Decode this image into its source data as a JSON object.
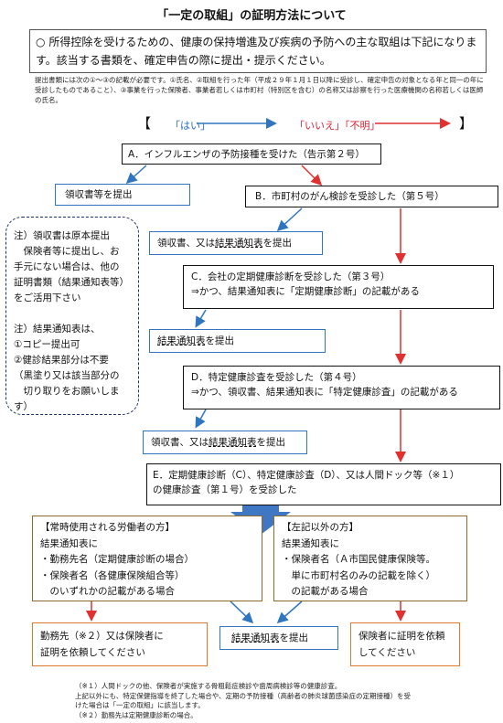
{
  "title": "「一定の取組」の証明方法について",
  "intro": {
    "bullet": "○",
    "text": "所得控除を受けるための、健康の保持増進及び疾病の予防への主な取組は下記になります。該当する書類を、確定申告の際に提出・提示ください。"
  },
  "requirements": "提出書類には次の①〜③の記載が必要です。①氏名、②取組を行った年（平成２９年１月１日以降に受診し、確定申告の対象となる年と同一の年に受診したものであること）、③事業を行った保険者、事業者若しくは市町村（特別区を含む）の名称又は診察を行った医療機関の名称若しくは医師の氏名。",
  "legend": {
    "open": "【",
    "yes": "「はい」",
    "no": "「いいえ」「不明」",
    "close": "】"
  },
  "flow": {
    "A": "A．インフルエンザの予防接種を受けた（告示第２号）",
    "A_yes": "領収書等を提出",
    "B": "B．市町村のがん検診を受診した（第５号）",
    "B_yes_pre": "領収書、又は",
    "B_yes_ul": "結果通知表",
    "B_yes_post": "を提出",
    "C_line1": "C．会社の定期健康診断を受診した（第３号）",
    "C_line2": "⇒かつ、結果通知表に「定期健康診断」の記載がある",
    "C_yes_ul": "結果通知表",
    "C_yes_post": "を提出",
    "D_line1": "D．特定健康診査を受診した（第４号）",
    "D_line2": "⇒かつ、領収書、結果通知表に「特定健康診査」の記載がある",
    "D_yes_pre": "領収書、又は",
    "D_yes_ul": "結果通知表",
    "D_yes_post": "を提出",
    "E_line1": "E．定期健康診断（C）、特定健康診査（D）、又は人間ドック等（※１）",
    "E_line2": "の健康診査（第１号）を受診した"
  },
  "note": [
    "注）領収書は原本提出",
    "　保険者等に提出し、お",
    "手元にない場合は、他の",
    "証明書類（結果通知表等）",
    "をご活用下さい",
    "",
    "注）結果通知表は、",
    "①コピー提出可",
    "②健診結果部分は不要",
    "（黒塗り又は該当部分の",
    "　切り取りをお願いしま",
    "す）"
  ],
  "left_case": {
    "head": "【常時使用される労働者の方】",
    "l1": "結果通知表に",
    "l2": "・勤務先名（定期健康診断の場合）",
    "l3": "・保険者名（各健康保険組合等）",
    "l4": "　のいずれかの記載がある場合"
  },
  "right_case": {
    "head": "【左記以外の方】",
    "l1": "結果通知表に",
    "l2": "・保険者名（Ａ市国民健康保険等。",
    "l3": "　単に市町村名のみの記載を除く）",
    "l4": "　の記載がある場合"
  },
  "results": {
    "left_l1": "勤務先（※２）又は保険者に",
    "left_l2": "証明を依頼してください",
    "mid_ul": "結果通知表",
    "mid_post": "を提出",
    "right_l1": "保険者に証明を依頼",
    "right_l2": "してください"
  },
  "footnotes": [
    "（※１）人間ドックの他、保険者が実施する骨粗鬆症検診や歯周病検診等の健康診査。",
    "上記以外にも、特定保健指導を終了した場合や、定期の予防接種（高齢者の肺炎球菌感染症の定期接種）を受",
    "けた場合は「一定の取組」に該当します。",
    "（※２）勤務先は定期健康診断の場合。"
  ],
  "colors": {
    "yes": "#2f75c0",
    "no": "#e03030",
    "border": "#111111"
  }
}
